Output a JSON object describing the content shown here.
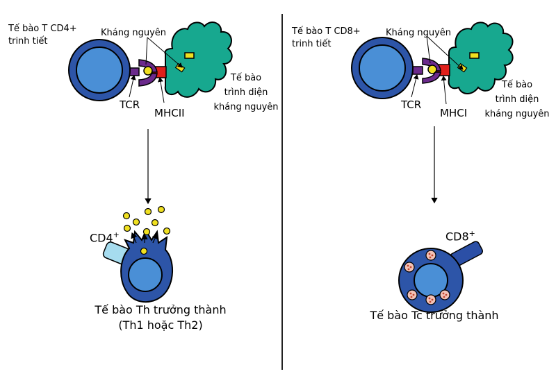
{
  "left_panel": {
    "cell_label_line1": "Tế bào T CD4+",
    "cell_label_line2": "trinh tiết",
    "antigen_label": "Kháng nguyên",
    "apc_label_line1": "Tế bào",
    "apc_label_line2": "trình diện",
    "apc_label_line3": "kháng nguyên",
    "tcr_label": "TCR",
    "mhc_label": "MHCII",
    "marker_label": "CD4",
    "marker_sup": "+",
    "mature_label_line1": "Tế bào Th trưởng thành",
    "mature_label_line2": "(Th1 hoặc Th2)"
  },
  "right_panel": {
    "cell_label_line1": "Tế bào T CD8+",
    "cell_label_line2": "trinh tiết",
    "antigen_label": "Kháng nguyên",
    "apc_label_line1": "Tế bào",
    "apc_label_line2": "trình diện",
    "apc_label_line3": "kháng nguyên",
    "tcr_label": "TCR",
    "mhc_label": "MHCI",
    "marker_label": "CD8",
    "marker_sup": "+",
    "mature_label": "Tế bào Tc trưởng thành"
  },
  "colors": {
    "t_cell_fill": "#4a8fd6",
    "t_cell_ring": "#2d55a8",
    "apc_fill": "#17a88f",
    "tcr_purple": "#6b2a8c",
    "mhc_red": "#e0201b",
    "antigen_yellow": "#f0e020",
    "cd4_marker": "#a6dcef",
    "cd8_marker": "#2b4fa6",
    "granule_pink": "#f2c2b6",
    "granule_dot": "#c2462e"
  }
}
